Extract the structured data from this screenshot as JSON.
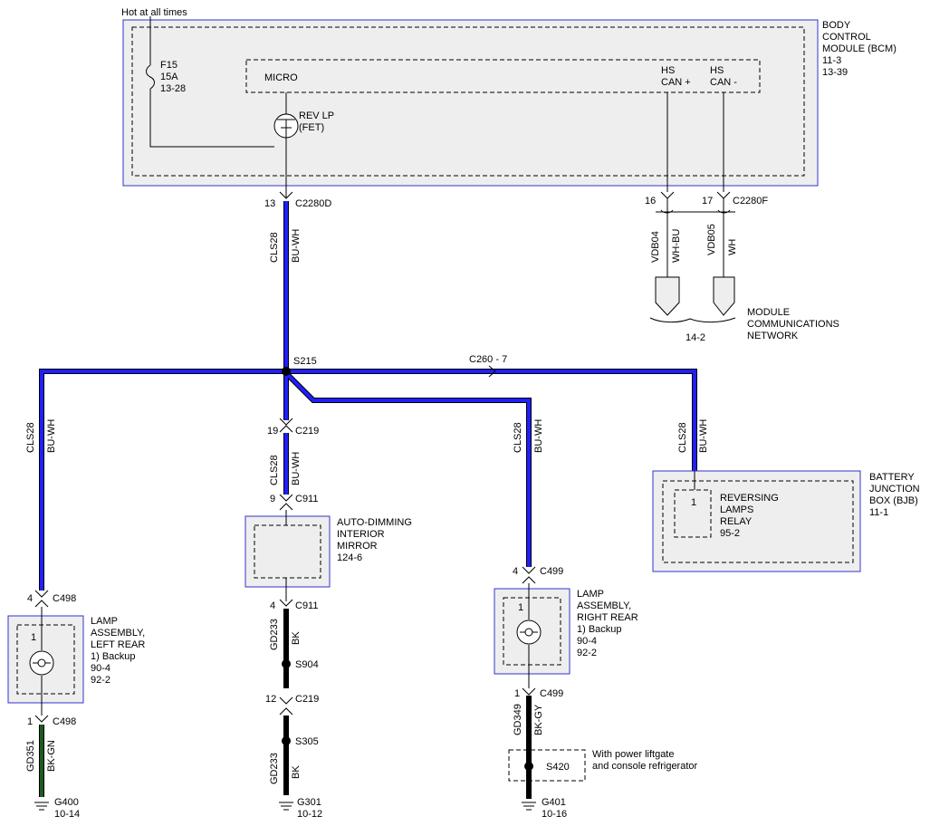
{
  "bcm": {
    "hot": "Hot at all times",
    "name_lines": [
      "BODY",
      "CONTROL",
      "MODULE (BCM)",
      "11-3",
      "13-39"
    ],
    "fuse": [
      "F15",
      "15A",
      "13-28"
    ],
    "micro": "MICRO",
    "revlp": [
      "REV LP",
      "(FET)"
    ],
    "hscan_plus": [
      "HS",
      "CAN +"
    ],
    "hscan_minus": [
      "HS",
      "CAN -"
    ]
  },
  "connectors": {
    "c2280d_pin": "13",
    "c2280d": "C2280D",
    "c2280f_pin16": "16",
    "c2280f_pin17": "17",
    "c2280f": "C2280F",
    "s215": "S215",
    "c260": "C260 - 7",
    "c219_top_pin": "19",
    "c219_top": "C219",
    "c911_top_pin": "9",
    "c911_top": "C911",
    "c911_bot_pin": "4",
    "c911_bot": "C911",
    "s904": "S904",
    "c219_bot_pin": "12",
    "c219_bot": "C219",
    "s305": "S305",
    "g301": "G301",
    "g301_ref": "10-12",
    "c498_top_pin": "4",
    "c498_top": "C498",
    "c498_bot_pin": "1",
    "c498_bot": "C498",
    "g400": "G400",
    "g400_ref": "10-14",
    "c499_top_pin": "4",
    "c499_top": "C499",
    "c499_bot_pin": "1",
    "c499_bot": "C499",
    "s420": "S420",
    "g401": "G401",
    "g401_ref": "10-16"
  },
  "wires": {
    "cls28": "CLS28",
    "buwh": "BU-WH",
    "vdb04": "VDB04",
    "whbu": "WH-BU",
    "vdb05": "VDB05",
    "wh": "WH",
    "gd233": "GD233",
    "bk": "BK",
    "gd351": "GD351",
    "bkgn": "BK-GN",
    "gd349": "GD349",
    "bkgy": "BK-GY"
  },
  "network": {
    "lines": [
      "MODULE",
      "COMMUNICATIONS",
      "NETWORK"
    ],
    "ref": "14-2"
  },
  "mirror": [
    "AUTO-DIMMING",
    "INTERIOR",
    "MIRROR",
    "124-6"
  ],
  "bjb": {
    "lines": [
      "BATTERY",
      "JUNCTION",
      "BOX (BJB)",
      "11-1"
    ],
    "pin": "1",
    "relay": [
      "REVERSING",
      "LAMPS",
      "RELAY",
      "95-2"
    ]
  },
  "lamp_left": {
    "lines": [
      "LAMP",
      "ASSEMBLY,",
      "LEFT REAR",
      "1) Backup",
      "90-4",
      "92-2"
    ],
    "pin": "1"
  },
  "lamp_right": {
    "lines": [
      "LAMP",
      "ASSEMBLY,",
      "RIGHT REAR",
      "1) Backup",
      "90-4",
      "92-2"
    ],
    "pin": "1"
  },
  "option_note": [
    "With power liftgate",
    "and console refrigerator"
  ]
}
